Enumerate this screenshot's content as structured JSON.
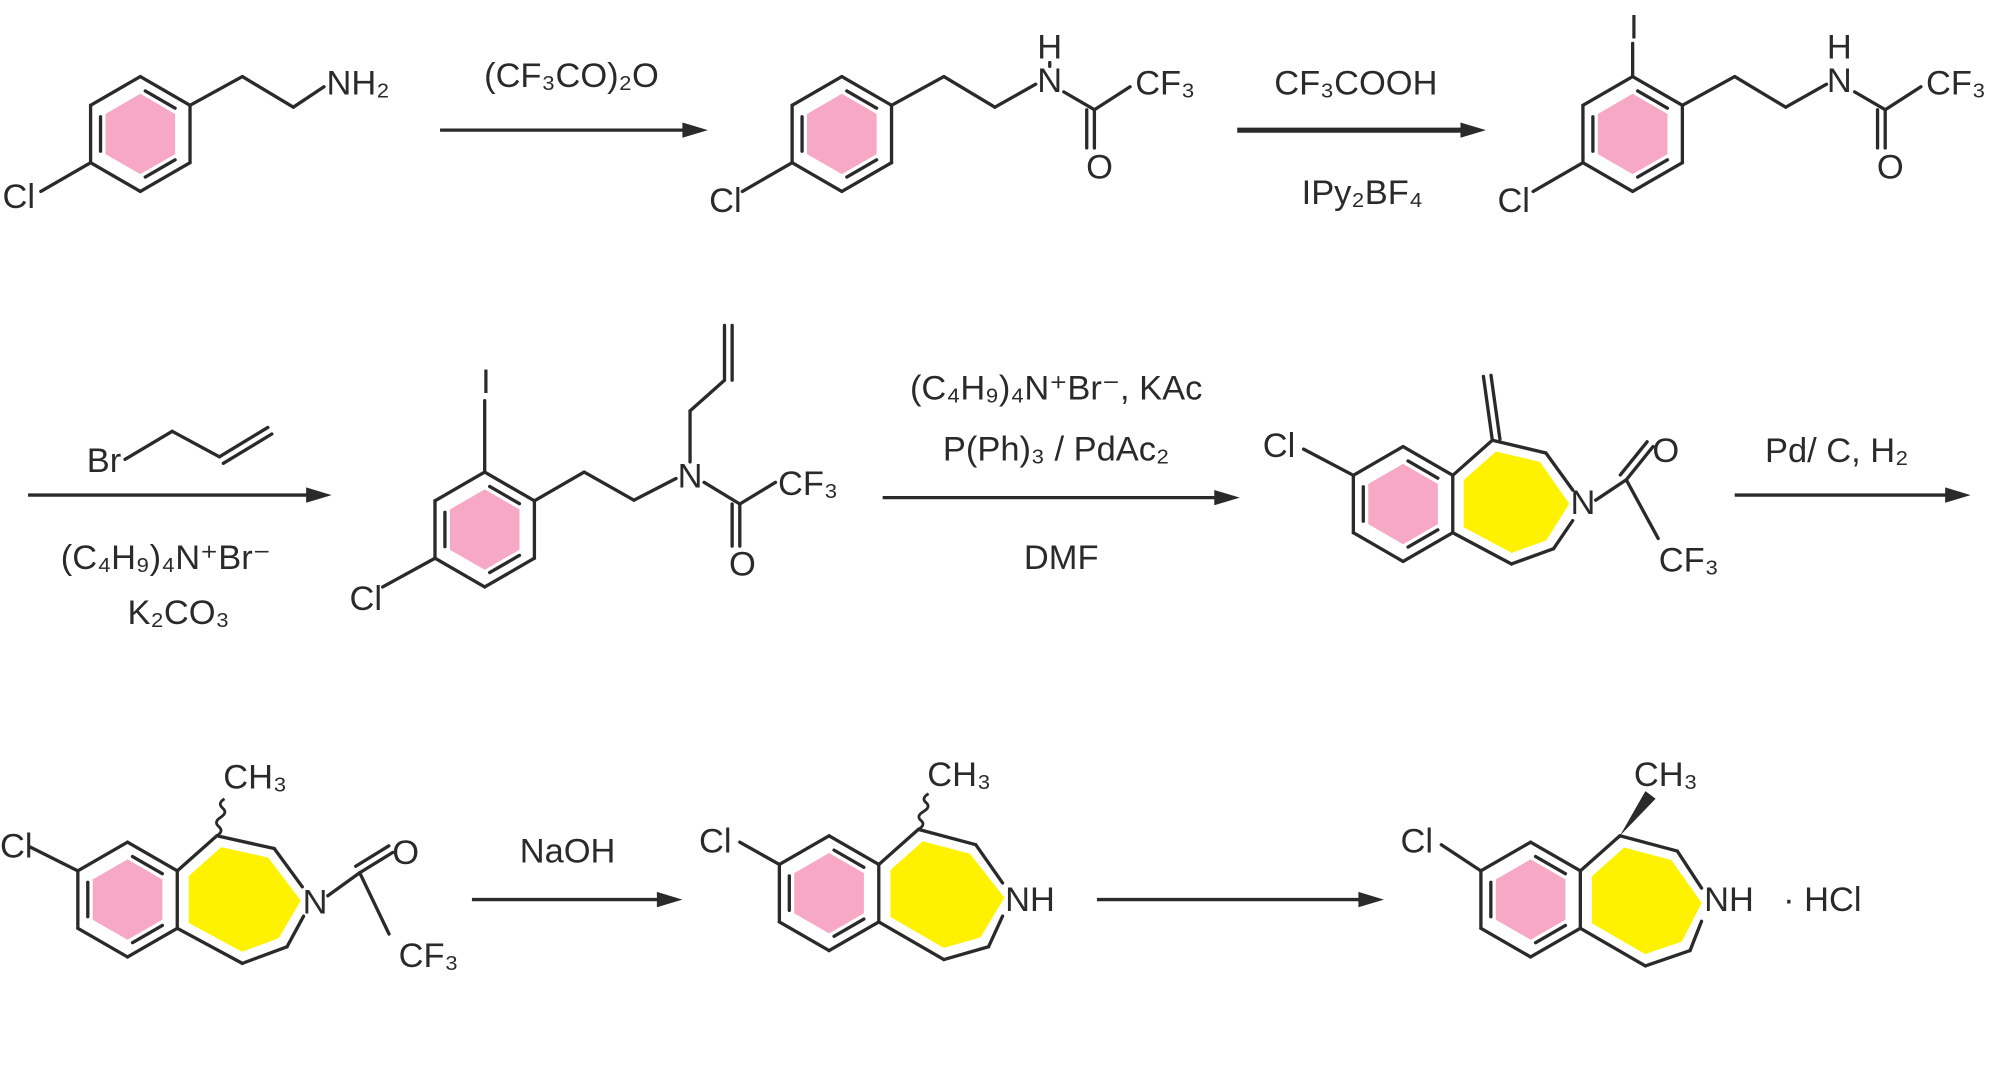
{
  "colors": {
    "benzene_fill": "#f7a8c4",
    "azepine_fill": "#fff200",
    "ink": "#2a2a2a"
  },
  "row1": {
    "m1": {
      "amine": "NH₂",
      "cl": "Cl"
    },
    "arrow1": {
      "reagent": "(CF₃CO)₂O"
    },
    "m2": {
      "h": "H",
      "n": "N",
      "cf3": "CF₃",
      "o": "O",
      "cl": "Cl"
    },
    "arrow2": {
      "reagent_top": "CF₃COOH",
      "reagent_bottom": "IPy₂BF₄"
    },
    "m3": {
      "i": "I",
      "h": "H",
      "n": "N",
      "cf3": "CF₃",
      "o": "O",
      "cl": "Cl"
    }
  },
  "row2": {
    "arrow3": {
      "br": "Br",
      "reagent_1": "(C₄H₉)₄N⁺Br⁻",
      "reagent_2": "K₂CO₃"
    },
    "m4": {
      "i": "I",
      "cl": "Cl",
      "n": "N",
      "cf3": "CF₃",
      "o": "O"
    },
    "arrow4": {
      "reagent_1": "(C₄H₉)₄N⁺Br⁻, KAc",
      "reagent_2": "P(Ph)₃ / PdAc₂",
      "solvent": "DMF"
    },
    "m5": {
      "cl": "Cl",
      "n": "N",
      "o": "O",
      "cf3": "CF₃"
    },
    "arrow5": {
      "reagent": "Pd/ C, H₂"
    }
  },
  "row3": {
    "m6": {
      "ch3": "CH₃",
      "cl": "Cl",
      "n": "N",
      "o": "O",
      "cf3": "CF₃"
    },
    "arrow6": {
      "reagent": "NaOH"
    },
    "m7": {
      "cl": "Cl",
      "ch3": "CH₃",
      "nh": "NH"
    },
    "m8": {
      "cl": "Cl",
      "ch3": "CH₃",
      "nh": "NH",
      "salt": "· HCl"
    }
  }
}
